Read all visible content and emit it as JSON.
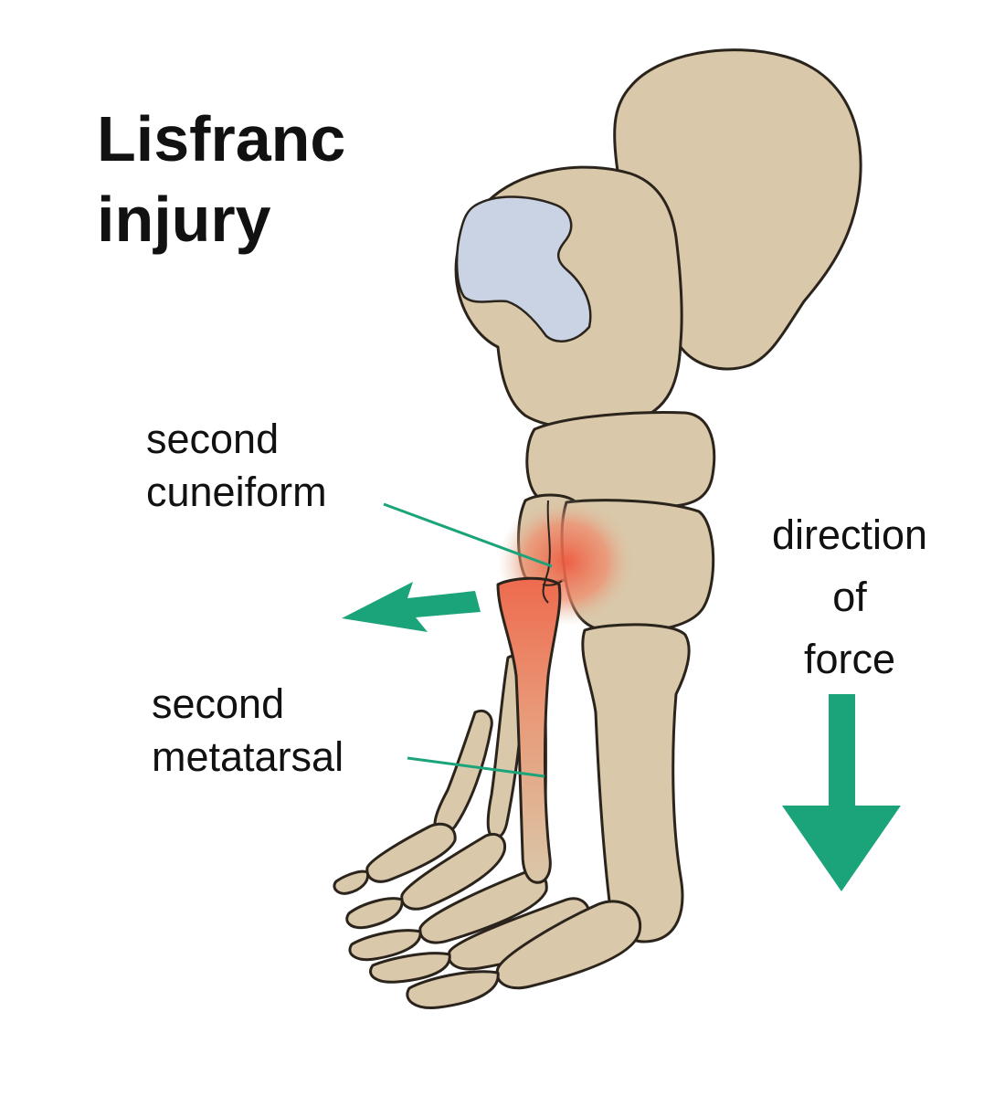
{
  "title": {
    "line1": "Lisfranc",
    "line2": "injury"
  },
  "labels": {
    "cuneiform": {
      "line1": "second",
      "line2": "cuneiform"
    },
    "metatarsal": {
      "line1": "second",
      "line2": "metatarsal"
    },
    "force": {
      "line1": "direction",
      "line2": "of",
      "line3": "force"
    }
  },
  "colors": {
    "bone": "#D9C8A9",
    "bone_outline": "#2b241c",
    "cartilage": "#C9D3E4",
    "injury": "#EE6A4E",
    "arrow": "#1BA37A",
    "leader_line": "#1BA37A",
    "text": "#111111"
  },
  "icons": {
    "force_arrow": "arrow-down-icon",
    "displacement_arrow": "arrow-left-icon"
  }
}
